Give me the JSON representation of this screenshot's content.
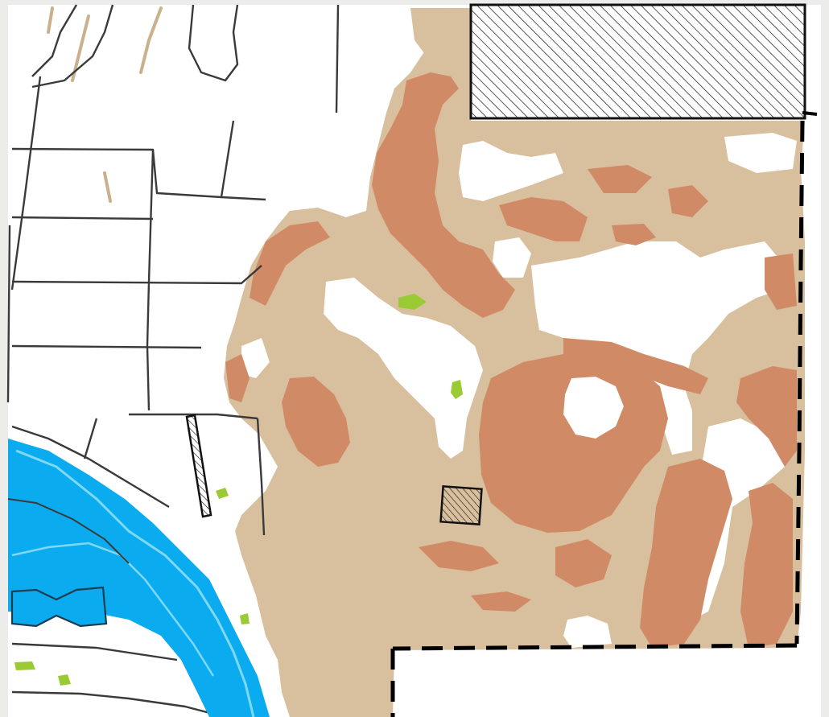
{
  "map": {
    "colors": {
      "frame": "#ececea",
      "background": "#ffffff",
      "terrain_light": "#d8bf9e",
      "terrain_dark": "#d18a66",
      "water": "#0aacef",
      "water_edge": "#7fd8f6",
      "vegetation": "#9acb34",
      "road": "#3a3a3a",
      "boundary": "#000000",
      "hatch": "#111111"
    },
    "features": {
      "roads": "road-network",
      "river": "river",
      "terrain": "terrain-zones",
      "boundary": "dashed-boundary",
      "hatched_areas": "hatched-areas",
      "vegetation": "vegetation-patches"
    }
  }
}
